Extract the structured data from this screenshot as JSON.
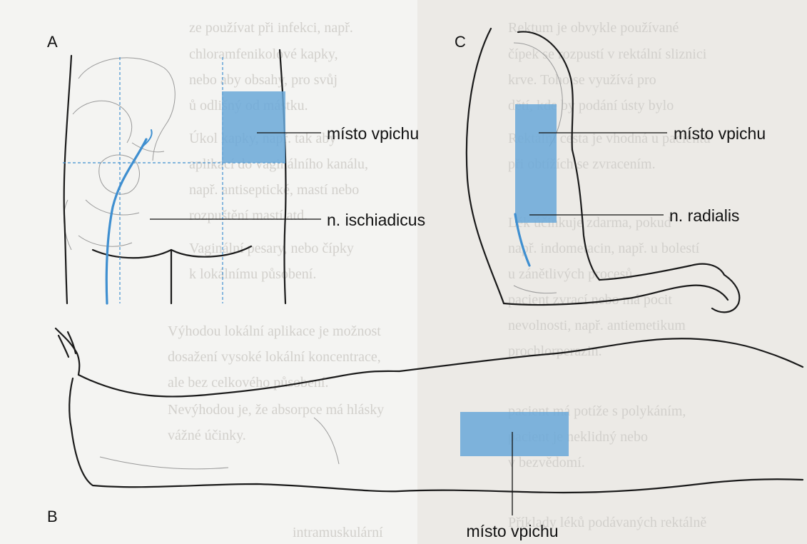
{
  "panels": {
    "a": {
      "letter": "A",
      "site_label": "místo vpichu",
      "nerve_label": "n. ischiadicus"
    },
    "b": {
      "letter": "B",
      "site_label": "místo vpichu"
    },
    "c": {
      "letter": "C",
      "site_label": "místo vpichu",
      "nerve_label": "n. radialis"
    }
  },
  "colors": {
    "injection_site": "#6aa8d8",
    "nerve": "#3f8fd0",
    "outline": "#1a1a1a"
  },
  "background_text": [
    "ze používat při infekci, např.",
    "chloramfenikolové kapky,",
    "nebo aby obsahy, pro svůj",
    "ů odlišný od mástku.",
    "Úkol kapky, např. tak aby",
    "aplikací do vaginálního kanálu,",
    "např. antiseptické, mastí nebo",
    "rozpuštění mastí atd.",
    "Vaginální pesary, nebo čípky",
    "k lokálnímu působení.",
    "Výhodou lokální aplikace je možnost",
    "dosažení vysoké lokální koncentrace,",
    "ale bez celkového působení.",
    "Nevýhodou je, že absorpce má hlásky",
    "vážné účinky.",
    "intramuskulární",
    "Rektum je obvykle používané",
    "čípek se rozpustí v rektální sliznici",
    "krve. Toho se využívá pro",
    "dětí, kde by podání ústy bylo",
    "Rektální cesta je vhodná u pacientů",
    "při obtížích se zvracením.",
    "Lék účinkuje zdarma, pokud",
    "např. indometacin, např. u bolestí",
    "u zánětlivých procesů",
    "pacient zvrací nebo má pocit",
    "nevolnosti, např. antiemetikum",
    "prochlorperazin.",
    "pacient má potíže s polykáním,",
    "pacient je neklidný nebo",
    "v bezvědomí.",
    "Příklady léků podávaných rektálně"
  ]
}
